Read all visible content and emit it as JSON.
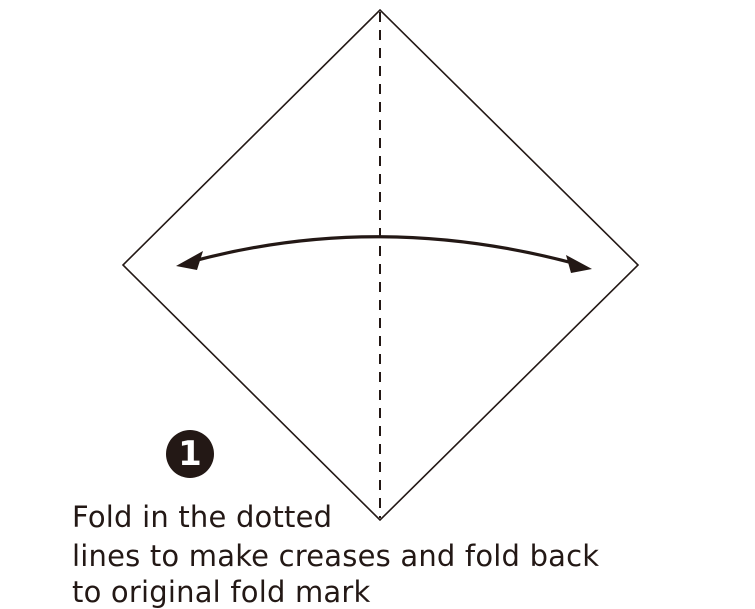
{
  "step": {
    "number": "1"
  },
  "caption": {
    "line1": "Fold in the dotted",
    "line2": "lines to make creases and fold back",
    "line3": "to original fold mark"
  },
  "colors": {
    "ink": "#231815",
    "paper": "#ffffff"
  },
  "icons": {
    "fold_arrow": "double-headed-curved-arrow"
  }
}
